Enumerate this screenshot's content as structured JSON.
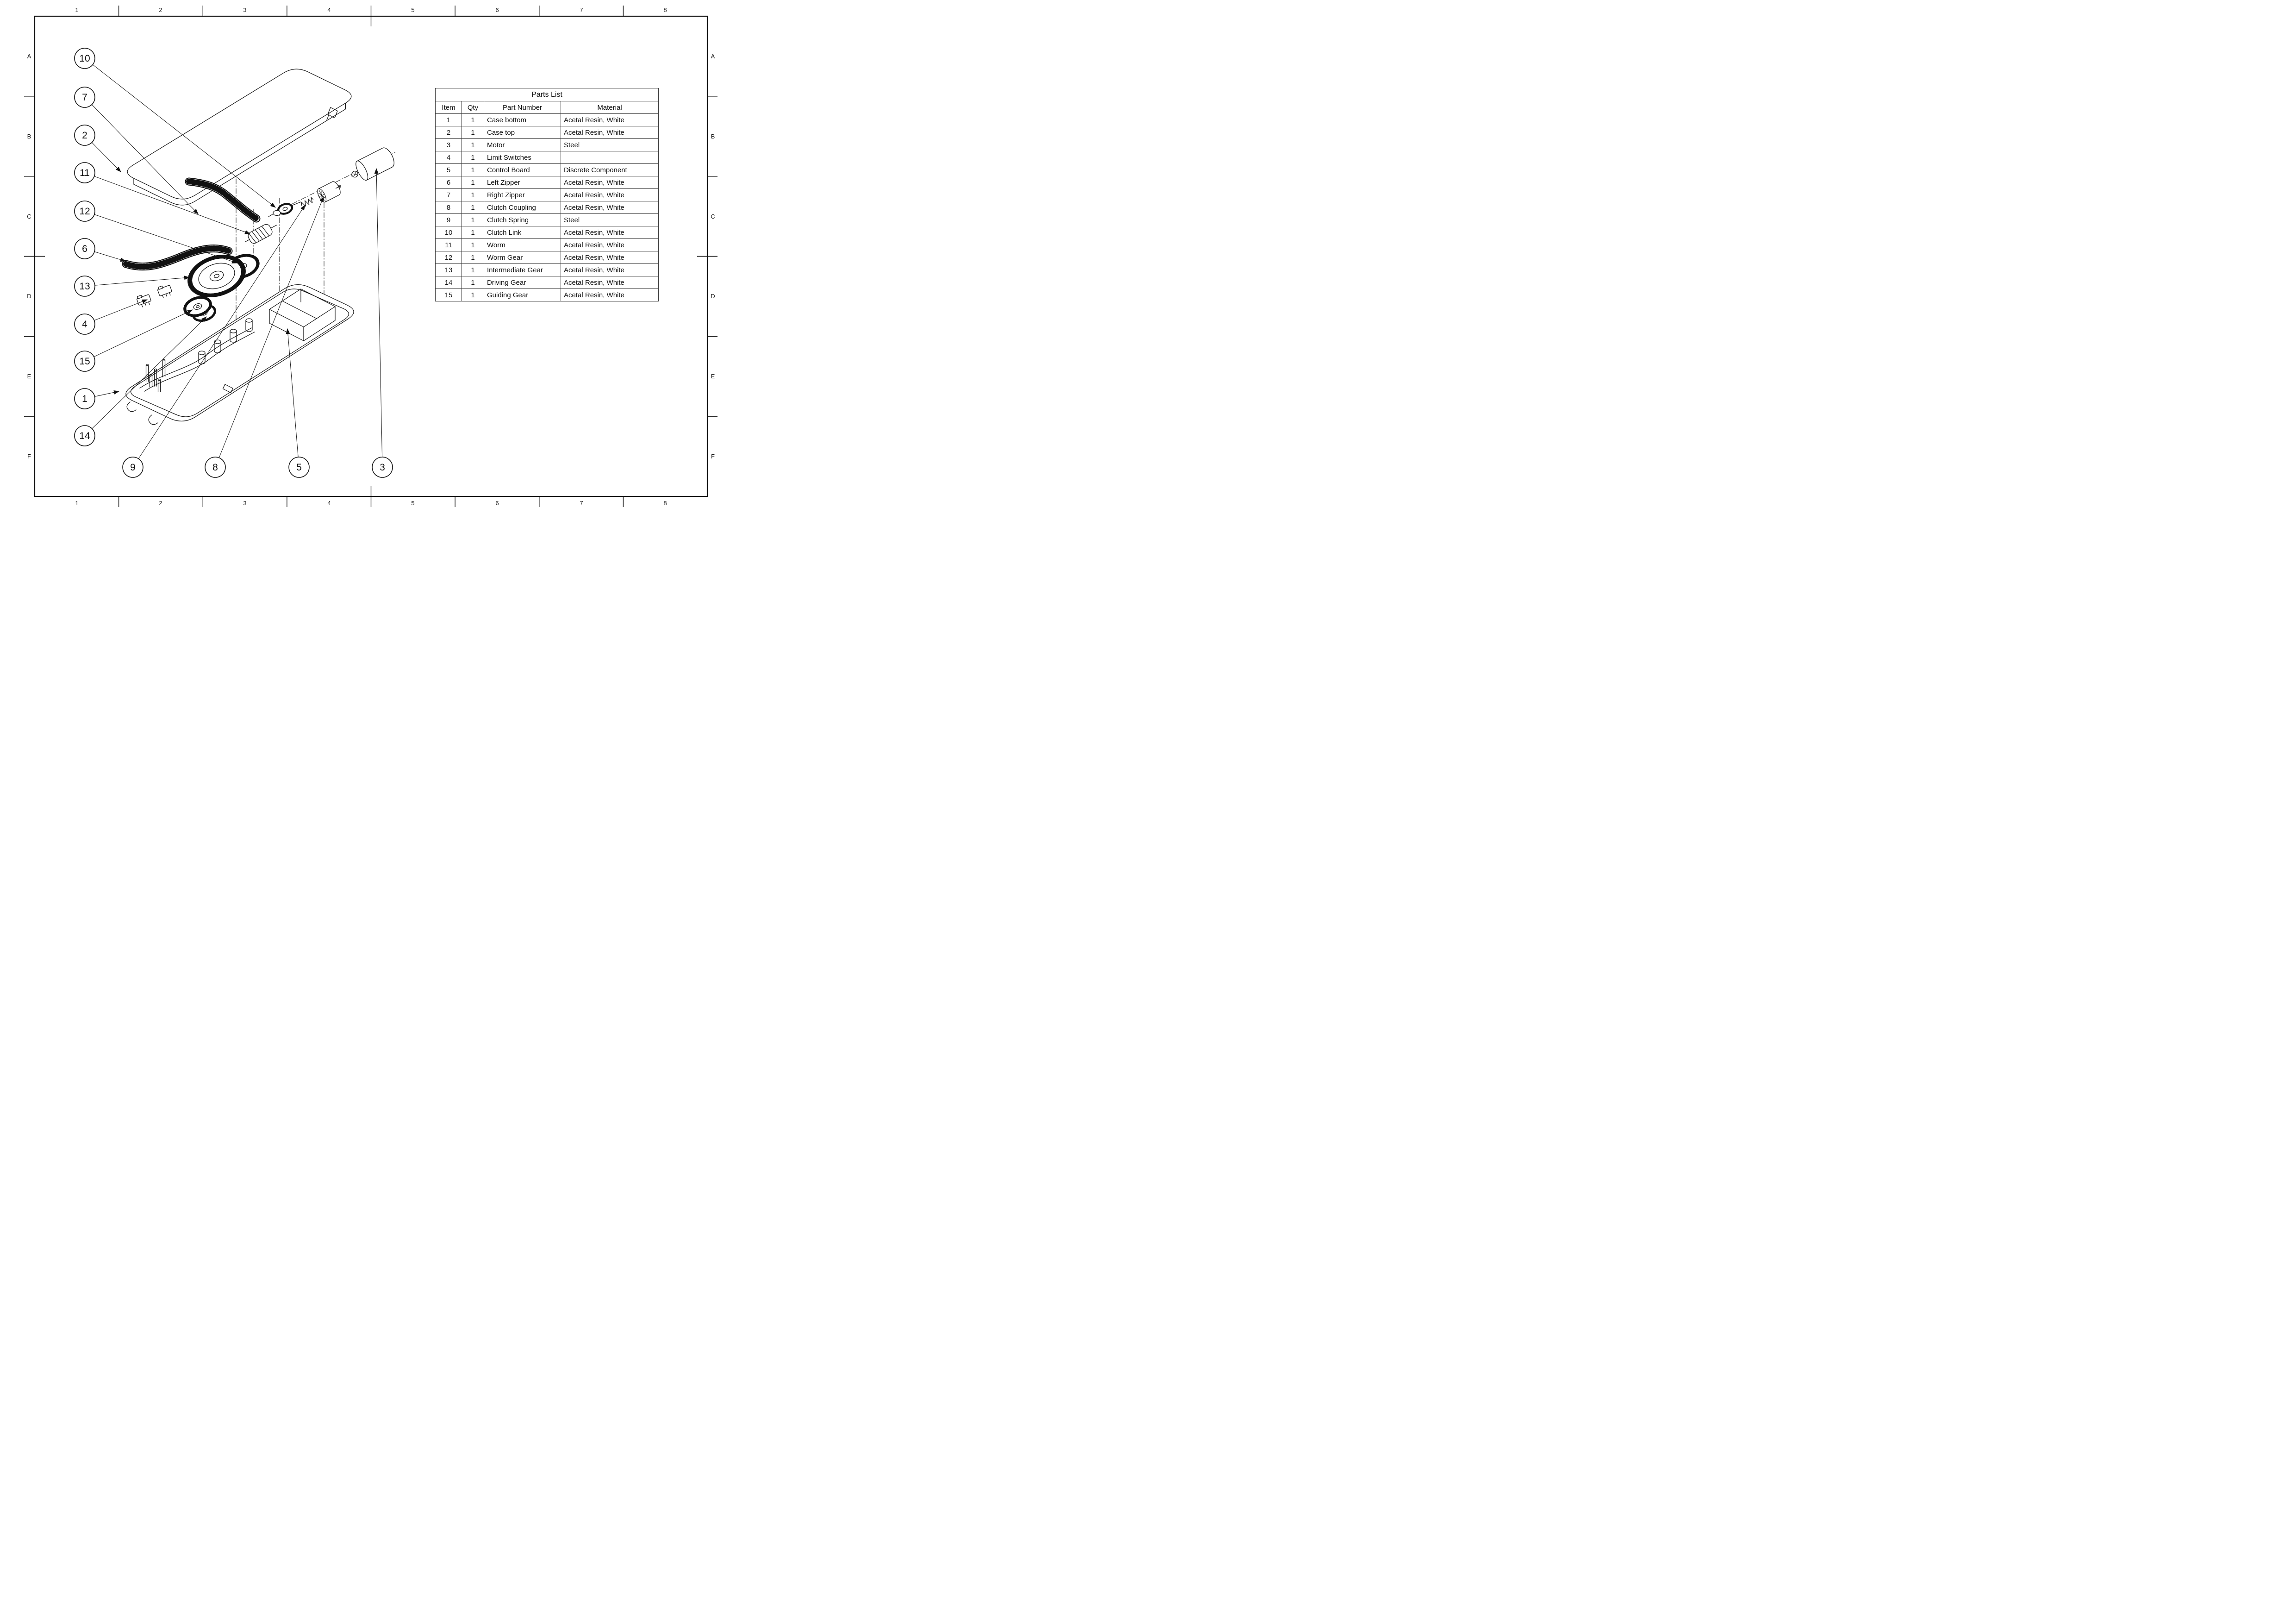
{
  "sheet": {
    "background": "#ffffff",
    "line_color": "#000000"
  },
  "frame": {
    "top_labels": [
      "1",
      "2",
      "3",
      "4",
      "5",
      "6",
      "7",
      "8"
    ],
    "bottom_labels": [
      "1",
      "2",
      "3",
      "4",
      "5",
      "6",
      "7",
      "8"
    ],
    "left_labels": [
      "A",
      "B",
      "C",
      "D",
      "E",
      "F"
    ],
    "right_labels": [
      "A",
      "B",
      "C",
      "D",
      "E",
      "F"
    ]
  },
  "balloons": [
    {
      "label": "10"
    },
    {
      "label": "7"
    },
    {
      "label": "2"
    },
    {
      "label": "11"
    },
    {
      "label": "12"
    },
    {
      "label": "6"
    },
    {
      "label": "13"
    },
    {
      "label": "4"
    },
    {
      "label": "15"
    },
    {
      "label": "1"
    },
    {
      "label": "14"
    },
    {
      "label": "9"
    },
    {
      "label": "8"
    },
    {
      "label": "5"
    },
    {
      "label": "3"
    }
  ],
  "parts_list": {
    "title": "Parts List",
    "headers": {
      "item": "Item",
      "qty": "Qty",
      "part_number": "Part Number",
      "material": "Material"
    },
    "rows": [
      {
        "item": "1",
        "qty": "1",
        "part_number": "Case bottom",
        "material": "Acetal Resin, White"
      },
      {
        "item": "2",
        "qty": "1",
        "part_number": "Case top",
        "material": "Acetal Resin, White"
      },
      {
        "item": "3",
        "qty": "1",
        "part_number": "Motor",
        "material": "Steel"
      },
      {
        "item": "4",
        "qty": "1",
        "part_number": "Limit Switches",
        "material": ""
      },
      {
        "item": "5",
        "qty": "1",
        "part_number": "Control Board",
        "material": "Discrete Component"
      },
      {
        "item": "6",
        "qty": "1",
        "part_number": "Left Zipper",
        "material": "Acetal Resin, White"
      },
      {
        "item": "7",
        "qty": "1",
        "part_number": "Right Zipper",
        "material": "Acetal Resin, White"
      },
      {
        "item": "8",
        "qty": "1",
        "part_number": "Clutch Coupling",
        "material": "Acetal Resin, White"
      },
      {
        "item": "9",
        "qty": "1",
        "part_number": "Clutch Spring",
        "material": "Steel"
      },
      {
        "item": "10",
        "qty": "1",
        "part_number": "Clutch Link",
        "material": "Acetal Resin, White"
      },
      {
        "item": "11",
        "qty": "1",
        "part_number": "Worm",
        "material": "Acetal Resin, White"
      },
      {
        "item": "12",
        "qty": "1",
        "part_number": "Worm Gear",
        "material": "Acetal Resin, White"
      },
      {
        "item": "13",
        "qty": "1",
        "part_number": "Intermediate Gear",
        "material": "Acetal Resin, White"
      },
      {
        "item": "14",
        "qty": "1",
        "part_number": "Driving Gear",
        "material": "Acetal Resin, White"
      },
      {
        "item": "15",
        "qty": "1",
        "part_number": "Guiding Gear",
        "material": "Acetal Resin, White"
      }
    ]
  }
}
